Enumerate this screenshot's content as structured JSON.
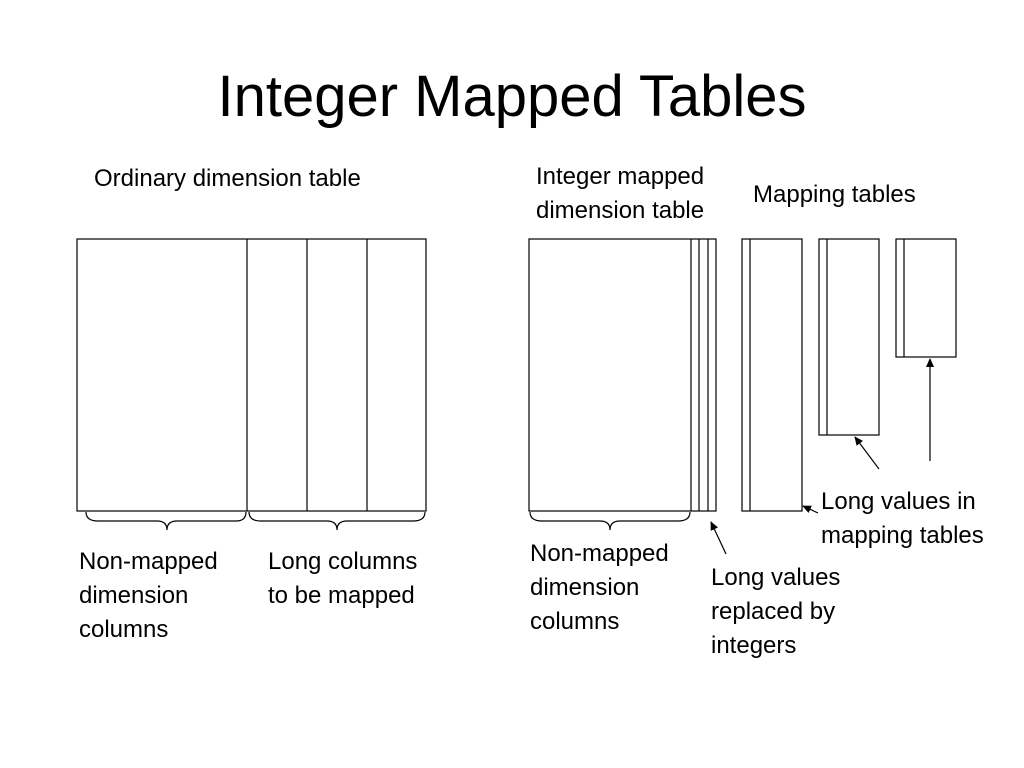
{
  "title": "Integer Mapped Tables",
  "left": {
    "heading": "Ordinary dimension table",
    "nonmapped_lines": [
      "Non-mapped",
      "dimension",
      "columns"
    ],
    "long_lines": [
      "Long columns",
      "to be mapped"
    ]
  },
  "right": {
    "heading_lines": [
      "Integer mapped",
      "dimension table"
    ],
    "mapping_heading": "Mapping tables",
    "nonmapped_lines": [
      "Non-mapped",
      "dimension",
      "columns"
    ],
    "replaced_lines": [
      "Long values",
      "replaced by",
      "integers"
    ],
    "values_lines": [
      "Long values in",
      "mapping tables"
    ]
  }
}
